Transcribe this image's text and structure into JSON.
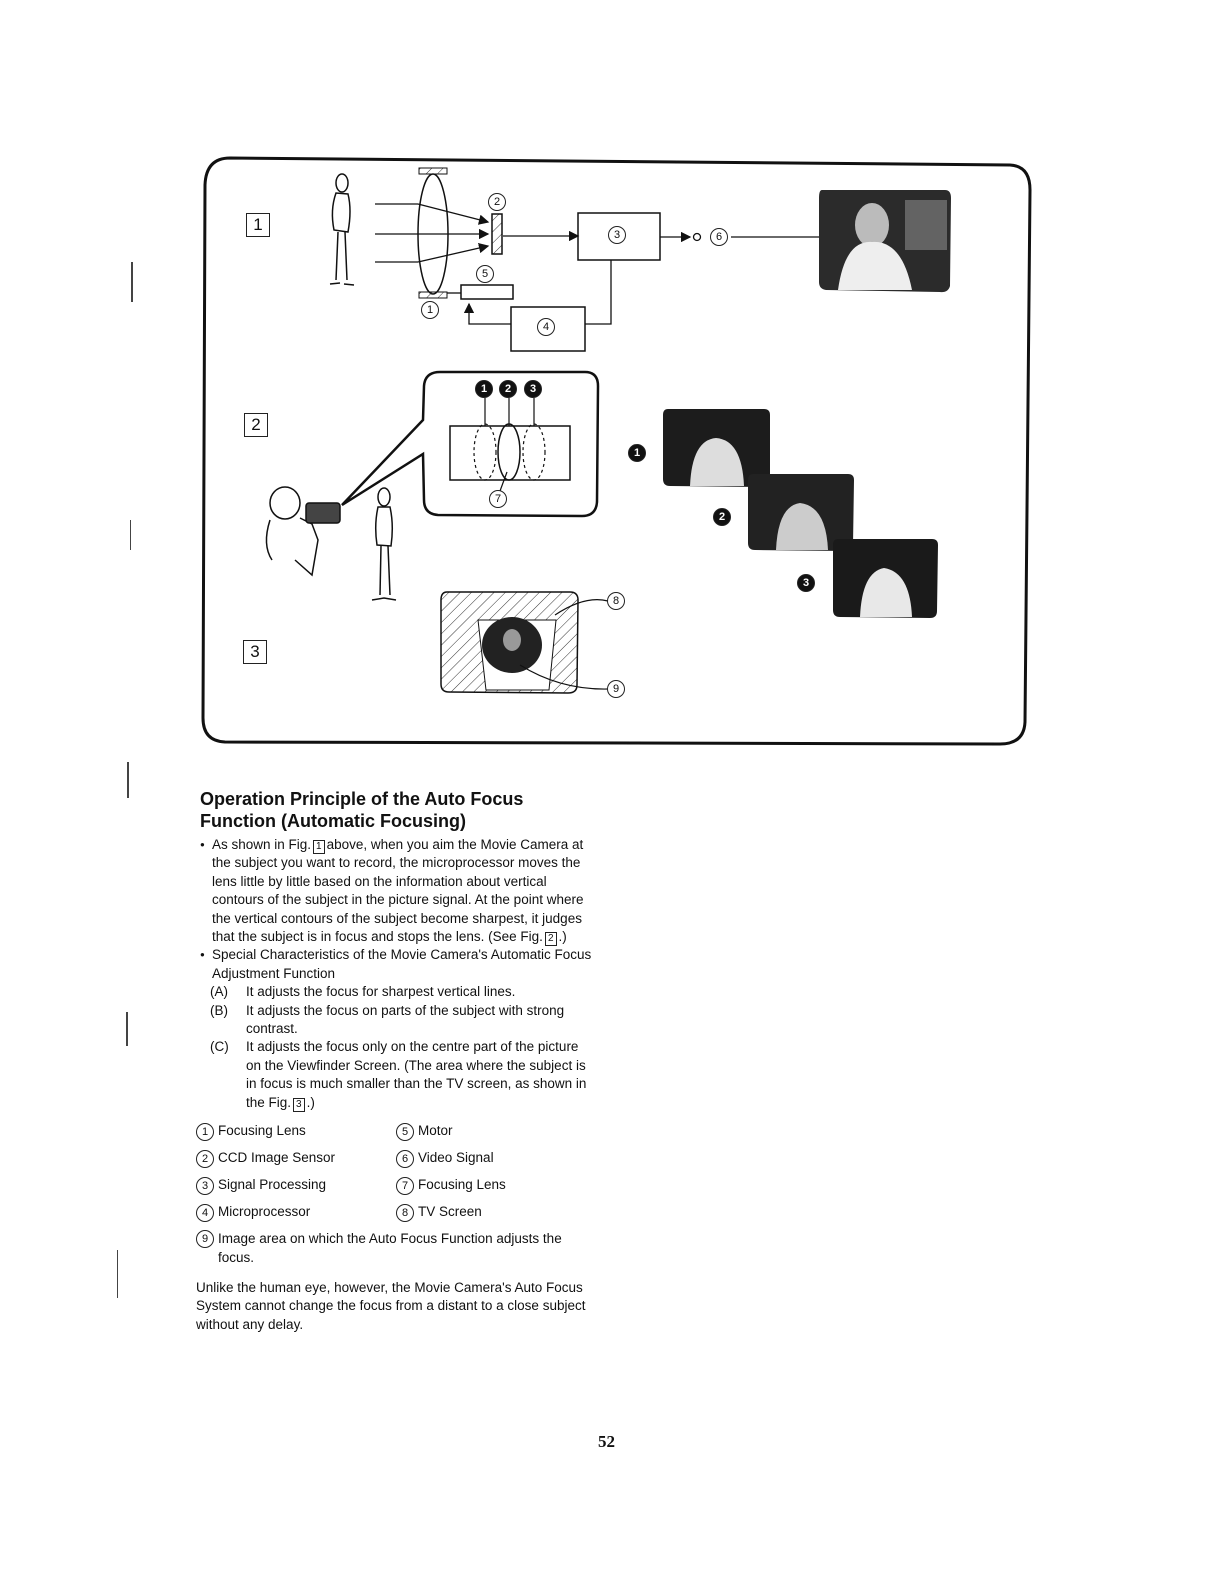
{
  "figures": {
    "fig1_number": "1",
    "fig2_number": "2",
    "fig3_number": "3",
    "callout_1": "1",
    "callout_2": "2",
    "callout_3": "3",
    "callout_4": "4",
    "callout_5": "5",
    "callout_6": "6",
    "callout_7": "7",
    "callout_8": "8",
    "callout_9": "9",
    "focus_a": "1",
    "focus_b": "2",
    "focus_c": "3"
  },
  "section": {
    "heading_line1": "Operation Principle of the Auto Focus",
    "heading_line2": "Function (Automatic Focusing)",
    "bullet1_a": "As shown in Fig.",
    "bullet1_ref": "1",
    "bullet1_b": "above, when you aim the Movie Camera at the subject you want to record, the microprocessor moves the lens little by little based on the information about vertical contours of the subject in the picture signal. At the point where the vertical contours of the subject become sharpest, it judges that the subject is in focus and stops the lens. (See Fig.",
    "bullet1_ref2": "2",
    "bullet1_c": ".)",
    "bullet2": "Special Characteristics of the Movie Camera's Automatic Focus Adjustment Function",
    "item_a_tag": "(A)",
    "item_a": "It adjusts the focus for sharpest vertical lines.",
    "item_b_tag": "(B)",
    "item_b": "It adjusts the focus on parts of the subject with strong contrast.",
    "item_c_tag": "(C)",
    "item_c_a": "It adjusts the focus only on the centre part of the picture on the Viewfinder Screen. (The area where the subject is in focus is much smaller than the TV screen, as shown in the Fig.",
    "item_c_ref": "3",
    "item_c_b": ".)"
  },
  "legend": [
    {
      "num": "1",
      "label": "Focusing Lens"
    },
    {
      "num": "5",
      "label": "Motor"
    },
    {
      "num": "2",
      "label": "CCD Image Sensor"
    },
    {
      "num": "6",
      "label": "Video Signal"
    },
    {
      "num": "3",
      "label": "Signal Processing"
    },
    {
      "num": "7",
      "label": "Focusing Lens"
    },
    {
      "num": "4",
      "label": "Microprocessor"
    },
    {
      "num": "8",
      "label": "TV Screen"
    }
  ],
  "legend_wide": {
    "num": "9",
    "label": "Image area on which the Auto Focus Function adjusts the focus."
  },
  "closing": "Unlike the human eye, however, the Movie Camera's Auto Focus System cannot change the focus from a distant to a close subject without any delay.",
  "page_number": "52"
}
